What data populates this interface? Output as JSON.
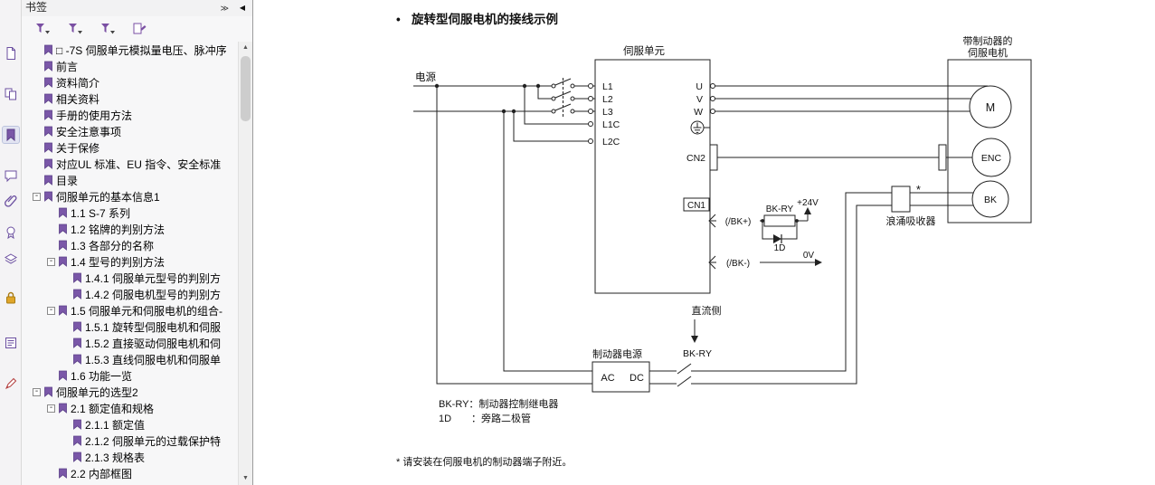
{
  "panel": {
    "title": "书签",
    "header_expand": "≫",
    "header_collapse": "◀",
    "scroll_up": "▲",
    "scroll_down": "▼"
  },
  "icons": {
    "sidebar": [
      "page-icon",
      "thumbnails-icon",
      "bookmarks-icon",
      "comment-icon",
      "attachment-icon",
      "certificate-icon",
      "layers-icon",
      "lock-icon",
      "forms-icon",
      "pen-icon"
    ],
    "panel_toolbar": [
      "filter-icon",
      "filter-icon",
      "filter-icon",
      "new-bookmark-icon"
    ]
  },
  "bookmarks": [
    {
      "label": "□ -7S 伺服单元模拟量电压、脉冲序",
      "level": 0
    },
    {
      "label": "前言",
      "level": 0
    },
    {
      "label": "资料简介",
      "level": 0
    },
    {
      "label": "相关资料",
      "level": 0
    },
    {
      "label": "手册的使用方法",
      "level": 0
    },
    {
      "label": "安全注意事项",
      "level": 0
    },
    {
      "label": "关于保修",
      "level": 0
    },
    {
      "label": "对应UL 标准、EU 指令、安全标准",
      "level": 0
    },
    {
      "label": "目录",
      "level": 0
    },
    {
      "label": "伺服单元的基本信息1",
      "level": 0,
      "expander": "-"
    },
    {
      "label": "1.1 S-7 系列",
      "level": 1
    },
    {
      "label": "1.2 铭牌的判别方法",
      "level": 1
    },
    {
      "label": "1.3 各部分的名称",
      "level": 1
    },
    {
      "label": "1.4 型号的判别方法",
      "level": 1,
      "expander": "-"
    },
    {
      "label": "1.4.1 伺服单元型号的判别方",
      "level": 2
    },
    {
      "label": "1.4.2 伺服电机型号的判别方",
      "level": 2
    },
    {
      "label": "1.5 伺服单元和伺服电机的组合-",
      "level": 1,
      "expander": "-"
    },
    {
      "label": "1.5.1 旋转型伺服电机和伺服",
      "level": 2
    },
    {
      "label": "1.5.2 直接驱动伺服电机和伺",
      "level": 2
    },
    {
      "label": "1.5.3 直线伺服电机和伺服单",
      "level": 2
    },
    {
      "label": "1.6 功能一览",
      "level": 1
    },
    {
      "label": "伺服单元的选型2",
      "level": 0,
      "expander": "-"
    },
    {
      "label": "2.1 额定值和规格",
      "level": 1,
      "expander": "-"
    },
    {
      "label": "2.1.1 额定值",
      "level": 2
    },
    {
      "label": "2.1.2 伺服单元的过载保护特",
      "level": 2
    },
    {
      "label": "2.1.3 规格表",
      "level": 2
    },
    {
      "label": "2.2 内部框图",
      "level": 1
    }
  ],
  "content": {
    "bullet": "•",
    "heading": "旋转型伺服电机的接线示例",
    "diagram": {
      "power": "电源",
      "servo_unit": "伺服单元",
      "t_l1": "L1",
      "t_l2": "L2",
      "t_l3": "L3",
      "t_l1c": "L1C",
      "t_l2c": "L2C",
      "t_u": "U",
      "t_v": "V",
      "t_w": "W",
      "cn2": "CN2",
      "cn1": "CN1",
      "bk_plus": "(/BK+)",
      "bk_minus": "(/BK-)",
      "relay": "BK-RY",
      "v24": "+24V",
      "v0": "0V",
      "diode": "1D",
      "motor_line1": "带制动器的",
      "motor_line2": "伺服电机",
      "m": "M",
      "enc": "ENC",
      "bk": "BK",
      "star": "*",
      "surge": "浪涌吸收器",
      "dc_side": "直流侧",
      "relay_contact": "BK-RY",
      "brake_supply": "制动器电源",
      "ac": "AC",
      "dc": "DC",
      "legend1": "BK-RY：制动器控制继电器",
      "legend2": "1D　　：旁路二极管",
      "footnote": "* 请安装在伺服电机的制动器端子附近。"
    }
  }
}
